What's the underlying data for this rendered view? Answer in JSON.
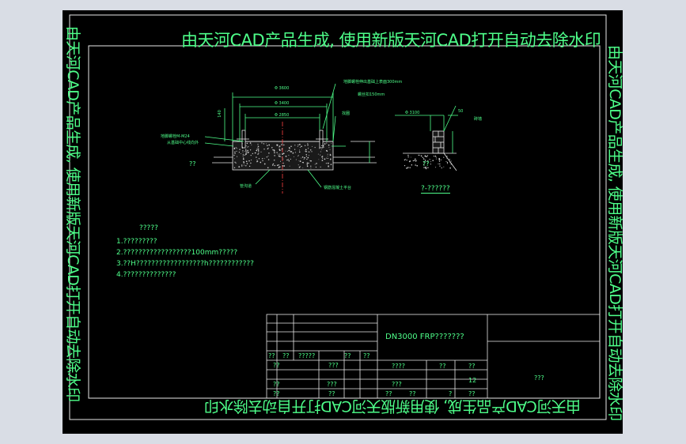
{
  "watermark": "由天河CAD产品生成, 使用新版天河CAD打开自动去除水印",
  "section_detail": {
    "dims": {
      "outer": "Φ 3600",
      "middle": "Φ 3400",
      "inner": "Φ 2850",
      "height": "140"
    },
    "labels": {
      "bolt_note": "地脚螺栓伸出基础上表面300mm",
      "bolt_spec": "螺丝扣150mm",
      "grout": "找圈",
      "anchor": "地脚螺栓M-M24",
      "anchor_sub": "从基础中心线向外",
      "ground": "??",
      "pit_label": "管沟道",
      "pad_label": "钢筋混凝土平台"
    }
  },
  "side_detail": {
    "dims": {
      "diameter": "Φ 3100",
      "thickness": "50"
    },
    "labels": {
      "wall": "砖墙",
      "ground": "??",
      "caption": "?-??????"
    }
  },
  "notes": {
    "title": "?????",
    "items": [
      "1.?????????",
      "2.??????????????????100mm?????",
      "3.??H??????????????????h????????????",
      "4.??????????????"
    ]
  },
  "title_block": {
    "title": "DN3000 FRP???????",
    "row1": [
      "??",
      "??",
      "?????",
      "??",
      "??"
    ],
    "row2": [
      "??",
      "???"
    ],
    "row3": [
      "????",
      "??",
      "??"
    ],
    "row4": [
      "??",
      "???",
      "???"
    ],
    "row5": [
      "??",
      "??",
      "??",
      "??",
      "?",
      "??"
    ],
    "sheet_no": "12",
    "company": "???"
  }
}
